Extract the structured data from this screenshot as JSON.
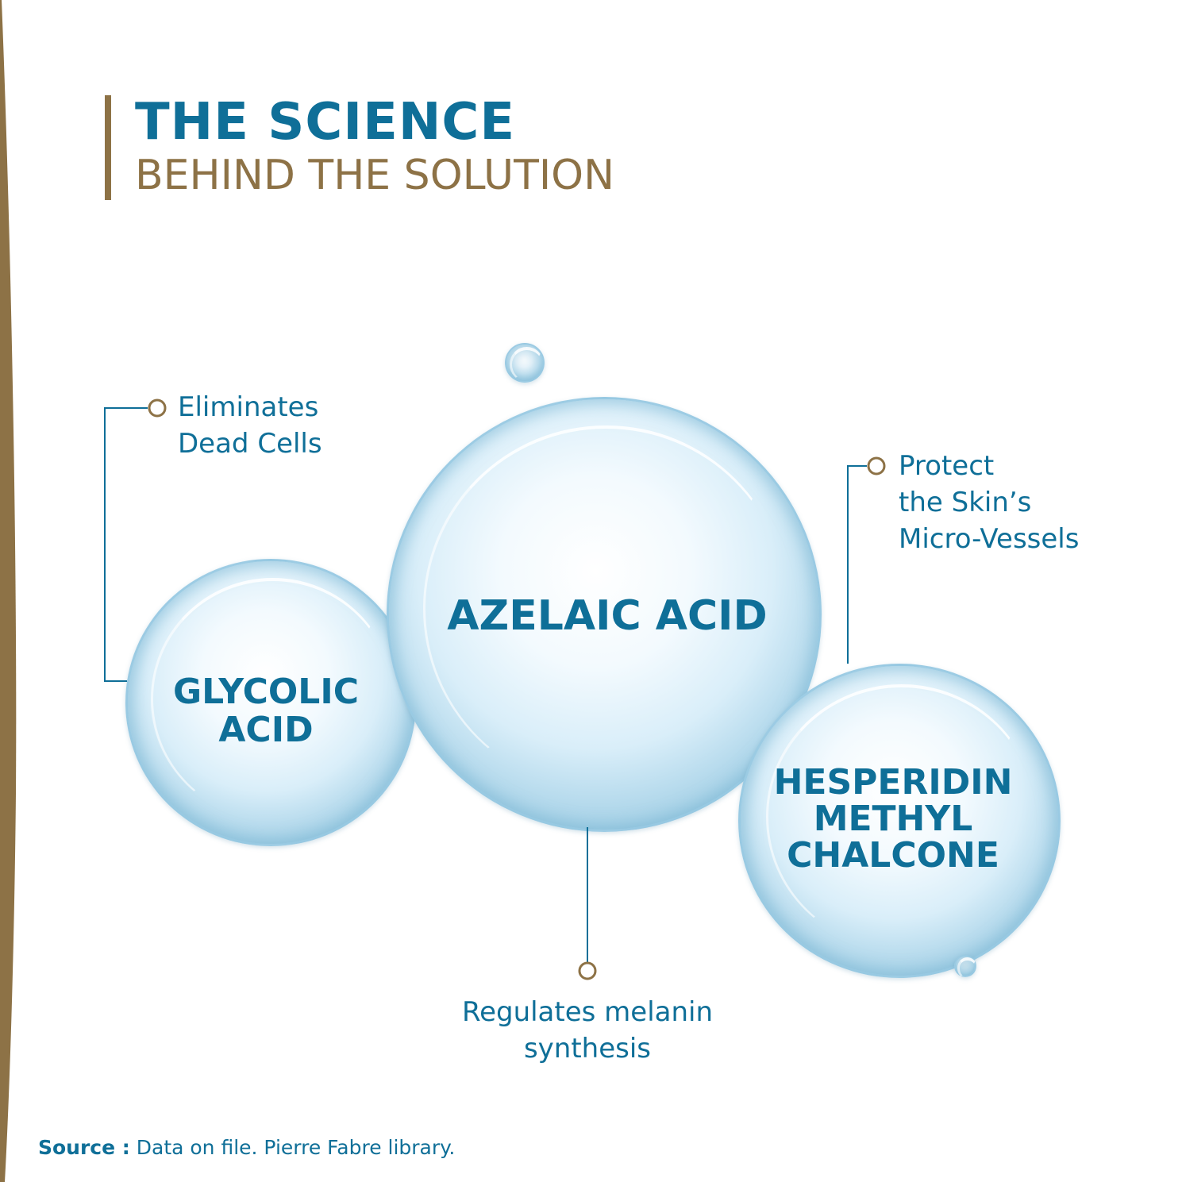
{
  "heading": {
    "title": "THE SCIENCE",
    "subtitle": "BEHIND THE SOLUTION"
  },
  "ingredients": {
    "glycolic": {
      "line1": "GLYCOLIC",
      "line2": "ACID"
    },
    "azelaic": {
      "label": "AZELAIC ACID"
    },
    "hesperidin": {
      "line1": "HESPERIDIN",
      "line2": "METHYL",
      "line3": "CHALCONE"
    }
  },
  "benefits": {
    "glycolic": {
      "line1": "Eliminates",
      "line2": "Dead Cells"
    },
    "hesperidin": {
      "line1": "Protect",
      "line2": "the Skin’s",
      "line3": "Micro-Vessels"
    },
    "azelaic": {
      "line1": "Regulates melanin",
      "line2": "synthesis"
    }
  },
  "source": {
    "label": "Source :",
    "text": " Data on file. Pierre Fabre library."
  },
  "colors": {
    "primary_blue": "#0f6f98",
    "gold": "#8d7246",
    "bubble_blue": "#a9d3e8"
  }
}
